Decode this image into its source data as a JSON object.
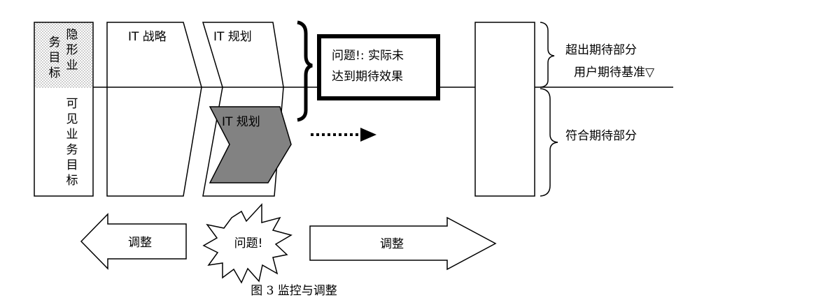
{
  "figure": {
    "caption": "图 3  监控与调整",
    "left_box": {
      "hidden_col1": [
        "务",
        "目",
        "标"
      ],
      "hidden_col2": [
        "隐",
        "形",
        "业"
      ],
      "visible_chars": [
        "可",
        "见",
        "业",
        "务",
        "目",
        "标"
      ]
    },
    "it_strategy_label": "IT 战略",
    "it_plan_label": "IT 规划",
    "it_plan_shifted_label": "IT 规划",
    "problem_box": {
      "line1": "问题!: 实际未",
      "line2": "达到期待效果"
    },
    "right_labels": {
      "exceed": "超出期待部分",
      "baseline": "用户期待基准▽",
      "meet": "符合期待部分"
    },
    "bottom": {
      "left_arrow_label": "调整",
      "burst_label": "问题!",
      "right_arrow_label": "调整"
    }
  }
}
